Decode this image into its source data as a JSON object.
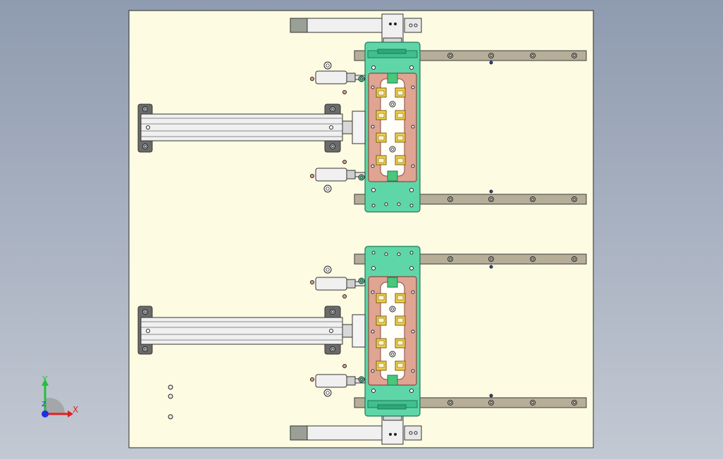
{
  "view": {
    "background_top": "#8f9bb0",
    "background_bottom": "#c3c9d3",
    "sheet_color": "#fdfbe1",
    "sheet_border": "#2b2b2b"
  },
  "colors": {
    "plate_green": "#5ed6a8",
    "plate_green_edge": "#1e7a57",
    "pink_block": "#e0a493",
    "pink_edge": "#8b4a3e",
    "gold_clamp": "#f0cf4c",
    "gold_edge": "#7a5f10",
    "rail_gray": "#b6ae98",
    "rail_edge": "#3a3a3a",
    "metal_light": "#f0f0f0",
    "metal_edge": "#333333",
    "cylinder_dark": "#4d4d4d",
    "hole_pink": "#e29b88",
    "hole_blue": "#2c44c8",
    "x_axis": "#e02020",
    "y_axis": "#22c13a",
    "z_axis": "#2030e0"
  },
  "triad": {
    "x_label": "X",
    "y_label": "Y",
    "z_label": "Z"
  }
}
